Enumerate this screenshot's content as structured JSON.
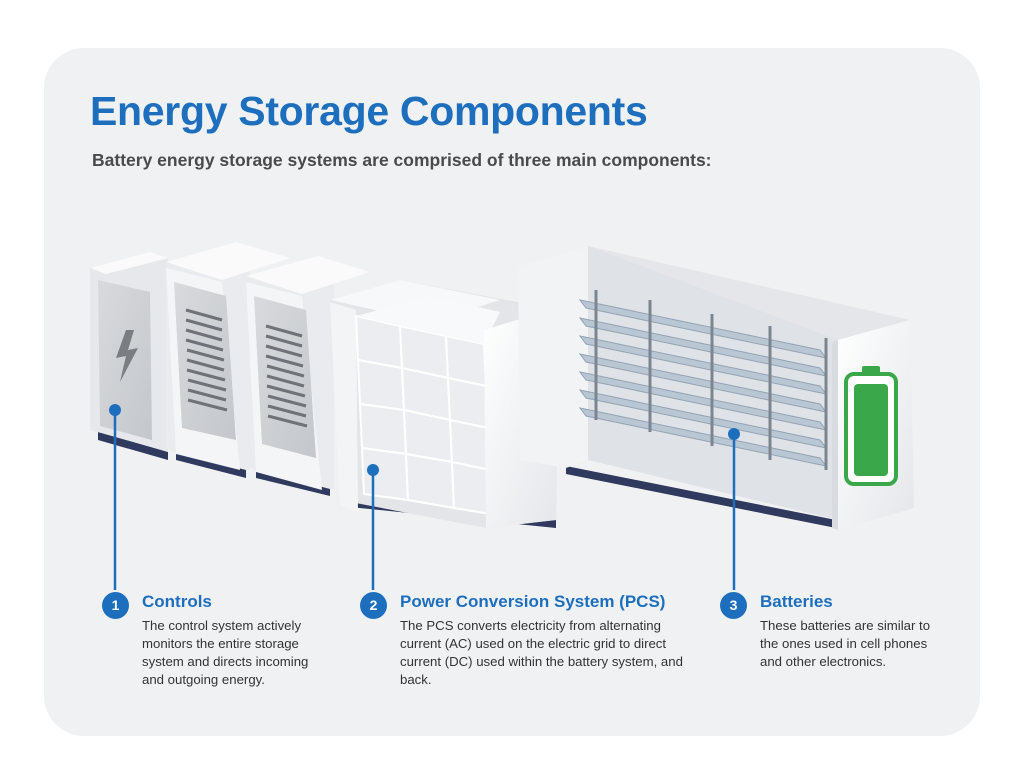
{
  "title": "Energy Storage Components",
  "subtitle": "Battery energy storage systems are comprised of three main components:",
  "components": [
    {
      "number": "1",
      "title": "Controls",
      "description": "The control system actively monitors the entire storage system and directs incoming and outgoing energy."
    },
    {
      "number": "2",
      "title": "Power Conversion System (PCS)",
      "description": "The PCS converts electricity from alternating current (AC) used on the electric grid to direct current (DC) used within the battery system, and back."
    },
    {
      "number": "3",
      "title": "Batteries",
      "description": "These batteries are similar to the ones used in cell phones and other electronics."
    }
  ],
  "colors": {
    "accent": "#1d6fbd",
    "battery_green": "#3aa84a",
    "card_background": "#f0f1f3"
  },
  "icons": [
    "lightning-bolt-icon",
    "battery-icon"
  ]
}
